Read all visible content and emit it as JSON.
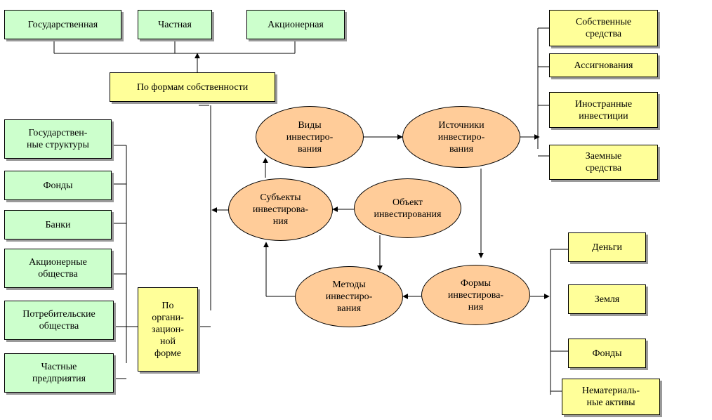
{
  "ownership_forms": {
    "state": "Государственная",
    "private": "Частная",
    "joint_stock": "Акционерная",
    "group_label": "По формам собственности"
  },
  "organizational_forms": {
    "group_label": "По\nоргани-\nзацион-\nной\nформе",
    "items": [
      "Государствен-\nные структуры",
      "Фонды",
      "Банки",
      "Акционерные\nобщества",
      "Потребительские\nобщества",
      "Частные\nпредприятия"
    ]
  },
  "core": {
    "types": "Виды\nинвестиро-\nвания",
    "sources": "Источники\nинвестиро-\nвания",
    "subjects": "Субъекты\nинвестирова-\nния",
    "object": "Объект\nинвестирования",
    "methods": "Методы\nинвестиро-\nвания",
    "forms": "Формы\nинвестирова-\nния"
  },
  "sources_list": [
    "Собственные\nсредства",
    "Ассигнования",
    "Иностранные\nинвестиции",
    "Заемные\nсредства"
  ],
  "forms_list": [
    "Деньги",
    "Земля",
    "Фонды",
    "Нематериаль-\nные активы"
  ],
  "colors": {
    "green_box": "#ccffcc",
    "yellow_box": "#ffff99",
    "oval": "#ffcc99"
  }
}
